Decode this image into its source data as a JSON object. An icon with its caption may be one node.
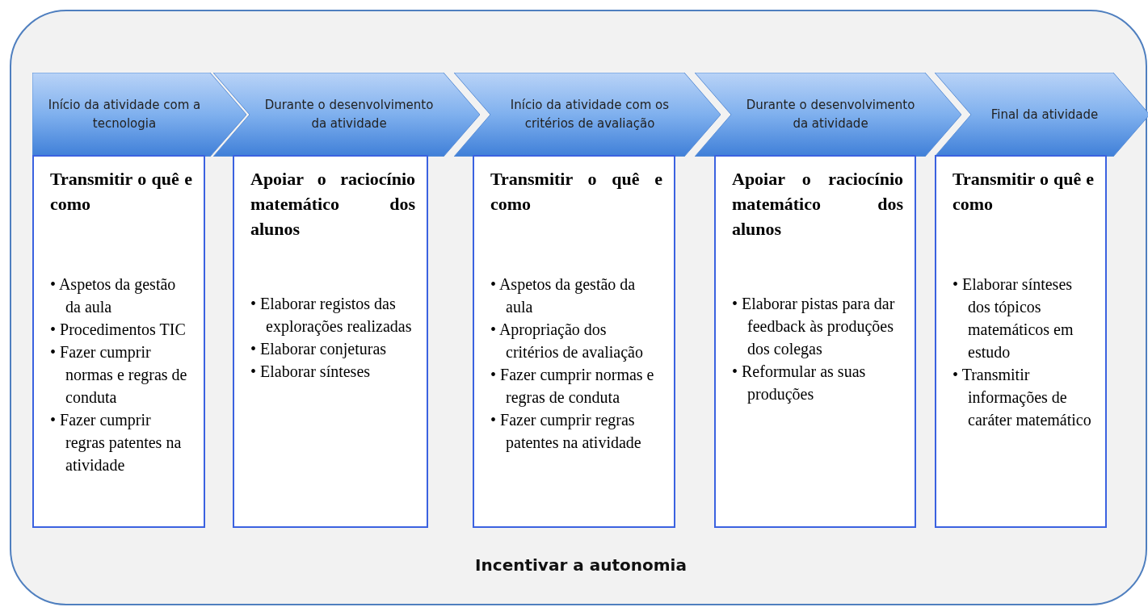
{
  "diagram": {
    "nodes": [
      {
        "text": [
          "Incentivar a autonomia"
        ]
      },
      {
        "text": [
          "Início da atividade com a tecnologia"
        ],
        "in": 0
      },
      {
        "text": [
          "Durante o desenvolvimento da atividade"
        ],
        "in": 0
      },
      {
        "text": [
          "Início da atividade com os critérios de avaliação"
        ],
        "in": 0
      },
      {
        "text": [
          "Durante o desenvolvimento da atividade"
        ],
        "in": 0
      },
      {
        "text": [
          "Final da atividade"
        ],
        "in": 0
      },
      {
        "text": [
          "Transmitir o quê e como",
          "• Aspetos da gestão da aula",
          "• Procedimentos TIC",
          "• Fazer cumprir normas e regras de conduta",
          "• Fazer cumprir regras patentes na atividade"
        ],
        "in": 0
      },
      {
        "text": [
          "Apoiar o raciocínio matemático dos alunos",
          "• Elaborar registos das explorações realizadas",
          "• Elaborar conjeturas",
          "• Elaborar sínteses"
        ],
        "in": 0
      },
      {
        "text": [
          "Transmitir o quê e como",
          "• Aspetos da gestão da aula",
          "• Apropriação dos critérios de avaliação",
          "• Fazer cumprir normas e regras de conduta",
          "• Fazer cumprir regras patentes na atividade"
        ],
        "in": 0
      },
      {
        "text": [
          "Apoiar o raciocínio matemático dos alunos",
          "• Elaborar pistas para dar feedback às produções dos colegas",
          "• Reformular as suas produções"
        ],
        "in": 0
      },
      {
        "text": [
          "Transmitir o quê e como",
          "• Elaborar sínteses dos tópicos matemáticos em estudo",
          "• Transmitir informações de caráter matemático"
        ],
        "in": 0
      }
    ]
  }
}
